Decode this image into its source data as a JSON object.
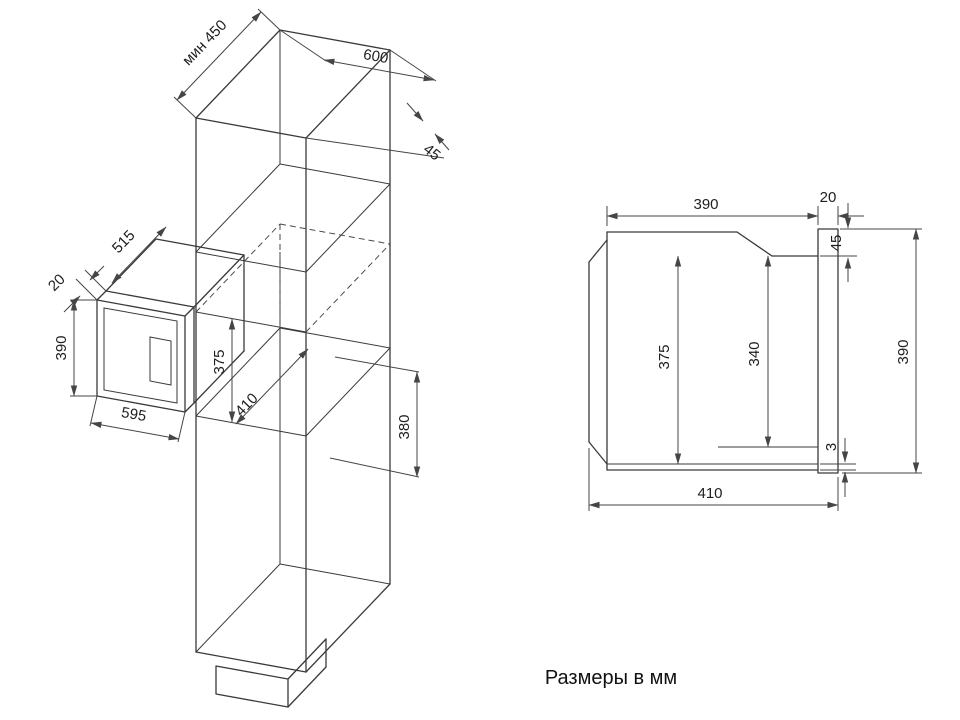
{
  "caption": "Размеры в мм",
  "iso_view": {
    "labels": {
      "min_depth": "мин 450",
      "cabinet_width": "600",
      "top_clearance": "45",
      "frame_lip": "20",
      "oven_depth": "515",
      "oven_height": "390",
      "oven_width": "595",
      "niche_opening_height": "375",
      "niche_depth": "410",
      "niche_height": "380"
    }
  },
  "section_view": {
    "labels": {
      "body_depth": "390",
      "frame_depth": "20",
      "top_gap": "45",
      "body_height": "375",
      "inner_height": "340",
      "front_height": "390",
      "bottom_gap": "3",
      "total_depth": "410"
    }
  }
}
